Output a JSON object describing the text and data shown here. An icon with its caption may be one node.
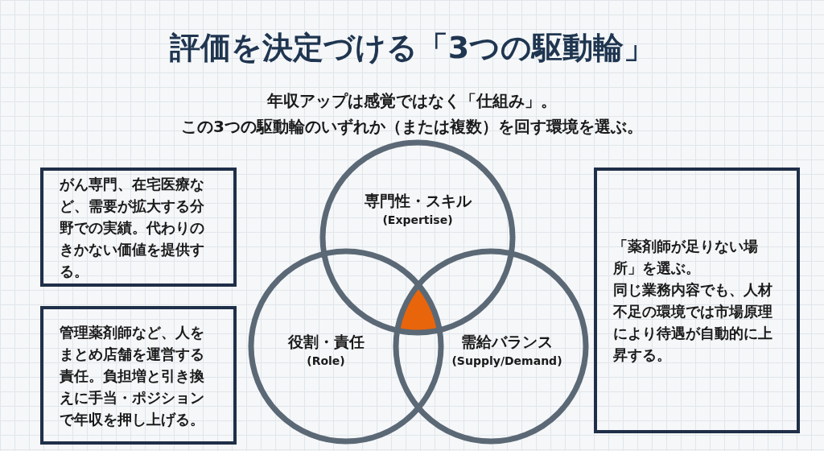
{
  "diagram": {
    "title": "評価を決定づける「3つの駆動輪」",
    "nodes": [
      {
        "text": [
          "がん専門、在宅医療など、需要が拡大する分野での実績。代わりのきかない価値を提供する。"
        ]
      },
      {
        "text": [
          "管理薬剤師など、人をまとめ店舗を運営する責任。負担増と引き換えに手当・ポジションで年収を押し上げる。"
        ]
      },
      {
        "text": [
          "専門性・スキル",
          "(Expertise)"
        ]
      },
      {
        "text": [
          "役割・責任",
          "(Role)"
        ]
      },
      {
        "text": [
          "需給バランス",
          "(Supply/Demand)"
        ]
      },
      {
        "text": [],
        "shape": "triangle"
      },
      {
        "text": [
          "「薬剤師が足りない場所」を選ぶ。",
          "同じ業務内容でも、人材不足の環境では市場原理により待遇が自動的に上昇する。"
        ]
      }
    ],
    "labels": [
      "年収アップは感覚ではなく「仕組み」。",
      "この3つの駆動輪のいずれか（または複数）を回す環境を選ぶ。"
    ]
  }
}
